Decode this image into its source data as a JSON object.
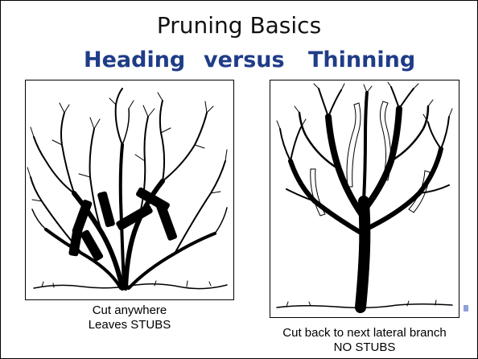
{
  "slide": {
    "title": "Pruning Basics",
    "subtitle": {
      "left": "Heading",
      "middle": "versus",
      "right": "Thinning"
    },
    "left_caption": {
      "line1": "Cut anywhere",
      "line2": "Leaves STUBS"
    },
    "right_caption": {
      "line1": "Cut back to next lateral branch",
      "line2": "NO STUBS"
    }
  }
}
